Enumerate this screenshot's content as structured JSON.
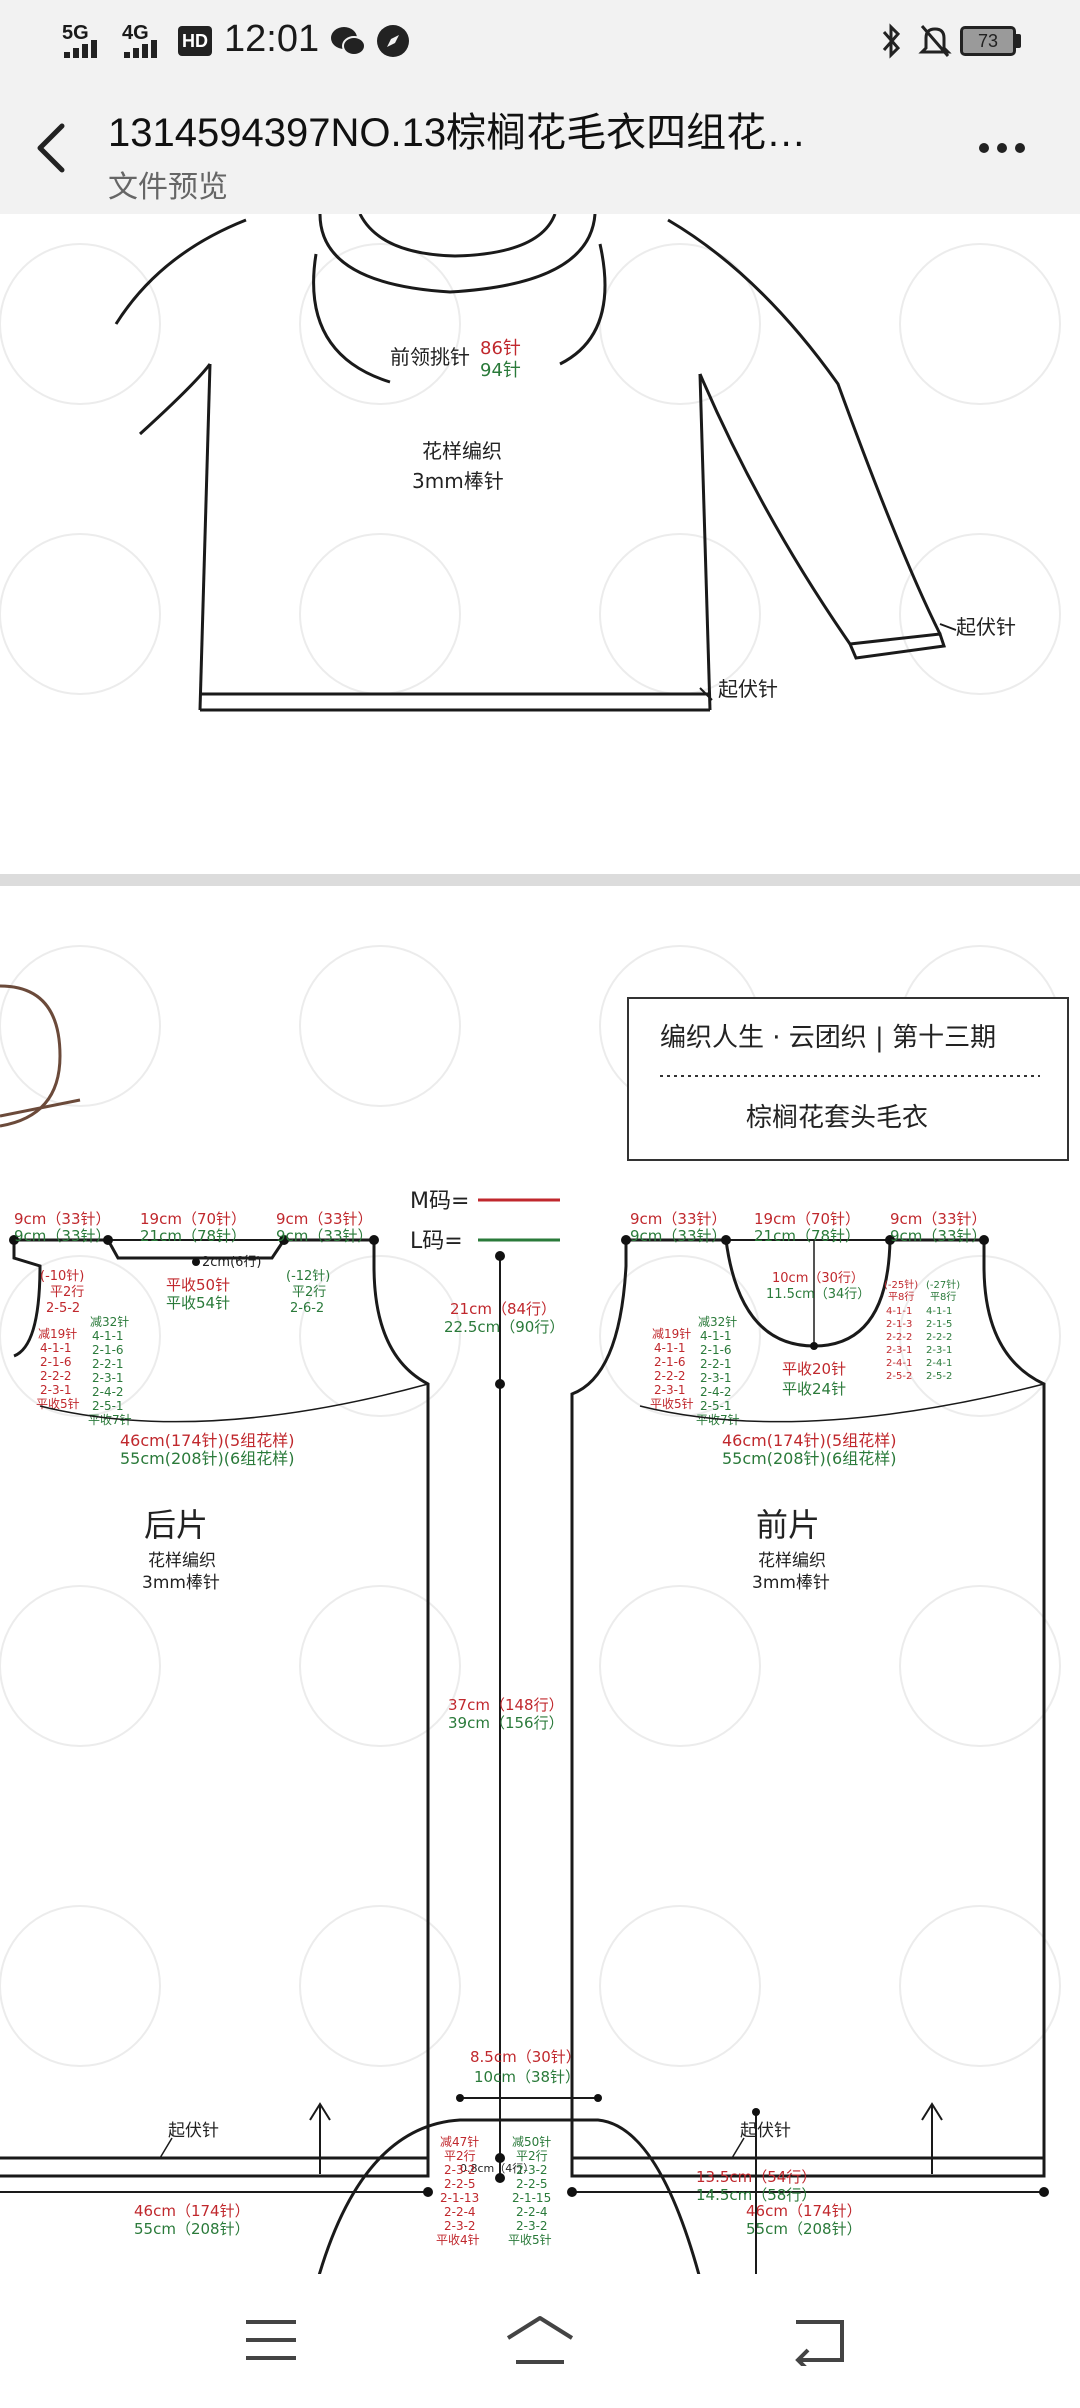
{
  "status_bar": {
    "network1": "5G",
    "network2": "4G",
    "hd": "HD",
    "time": "12:01",
    "battery": "73"
  },
  "header": {
    "title": "1314594397NO.13棕榈花毛衣四组花…",
    "subtitle": "文件预览"
  },
  "page1": {
    "neck_label": "前领挑针",
    "neck_m": "86针",
    "neck_l": "94针",
    "pattern": "花样编织",
    "needle": "3mm棒针",
    "cast_on_body": "起伏针",
    "cast_on_sleeve": "起伏针"
  },
  "page2": {
    "title_box": {
      "line1": "编织人生 · 云团织 | 第十三期",
      "line2": "棕榈花套头毛衣"
    },
    "legend": {
      "m": "M码=",
      "l": "L码="
    },
    "back": {
      "name": "后片",
      "pattern": "花样编织",
      "needle": "3mm棒针",
      "shoulder_left_m": "9cm（33针）",
      "shoulder_left_l": "9cm（33针）",
      "neck_m": "19cm（70针）",
      "neck_l": "21cm（78针）",
      "shoulder_right_m": "9cm（33针）",
      "shoulder_right_l": "9cm（33针）",
      "neck_depth": "2cm(6行)",
      "bind_off_m": "平收50针",
      "bind_off_l": "平收54针",
      "left_dec_m1": "(-10针)",
      "left_dec_m2": "平2行",
      "left_dec_m3": "2-5-2",
      "right_dec_l1": "(-12针)",
      "right_dec_l2": "平2行",
      "right_dec_l3": "2-6-2",
      "arm_m": [
        "减19针",
        "4-1-1",
        "2-1-6",
        "2-2-2",
        "2-3-1",
        "平收5针"
      ],
      "arm_l": [
        "减32针",
        "4-1-1",
        "2-1-6",
        "2-2-1",
        "2-3-1",
        "2-4-2",
        "2-5-1",
        "平收7针"
      ],
      "chest_m": "46cm(174针)(5组花样)",
      "chest_l": "55cm(208针)(6组花样)",
      "cast_on": "起伏针",
      "width_m": "46cm（174针）",
      "width_l": "55cm（208针）"
    },
    "measure": {
      "arm_m": "21cm（84行）",
      "arm_l": "22.5cm（90行）",
      "body_m": "37cm（148行）",
      "body_l": "39cm（156行）",
      "hem": "0.8cm（4行）"
    },
    "front": {
      "name": "前片",
      "pattern": "花样编织",
      "needle": "3mm棒针",
      "shoulder_left_m": "9cm（33针）",
      "shoulder_left_l": "9cm（33针）",
      "neck_m": "19cm（70针）",
      "neck_l": "21cm（78针）",
      "shoulder_right_m": "9cm（33针）",
      "shoulder_right_l": "9cm（33针）",
      "neck_depth_m": "10cm（30行）",
      "neck_depth_l": "11.5cm（34行）",
      "bind_off_m": "平收20针",
      "bind_off_l": "平收24针",
      "neck_dec_m": [
        "(-25针)",
        "平8行",
        "4-1-1",
        "2-1-3",
        "2-2-2",
        "2-3-1",
        "2-4-1",
        "2-5-2"
      ],
      "neck_dec_l": [
        "(-27针)",
        "平8行",
        "4-1-1",
        "2-1-5",
        "2-2-2",
        "2-3-1",
        "2-4-1",
        "2-5-2"
      ],
      "arm_m": [
        "减19针",
        "4-1-1",
        "2-1-6",
        "2-2-2",
        "2-3-1",
        "平收5针"
      ],
      "arm_l": [
        "减32针",
        "4-1-1",
        "2-1-6",
        "2-2-1",
        "2-3-1",
        "2-4-2",
        "2-5-1",
        "平收7针"
      ],
      "chest_m": "46cm(174针)(5组花样)",
      "chest_l": "55cm(208针)(6组花样)",
      "cast_on": "起伏针",
      "width_m": "46cm（174针）",
      "width_l": "55cm（208针）"
    },
    "sleeve": {
      "top_m": "8.5cm（30针）",
      "top_l": "10cm（38针）",
      "cap_m": "13.5cm（54行）",
      "cap_l": "14.5cm（58行）",
      "dec_m": [
        "减47针",
        "平2行",
        "2-3-2",
        "2-2-5",
        "2-1-13",
        "2-2-4",
        "2-3-2",
        "平收4针"
      ],
      "dec_l": [
        "减50针",
        "平2行",
        "2-3-2",
        "2-2-5",
        "2-1-15",
        "2-2-4",
        "2-3-2",
        "平收5针"
      ]
    }
  },
  "colors": {
    "m_size": "#c0282d",
    "l_size": "#2a7a3a"
  },
  "nav": {
    "menu": "menu-icon",
    "home": "home-icon",
    "back": "back-icon"
  }
}
